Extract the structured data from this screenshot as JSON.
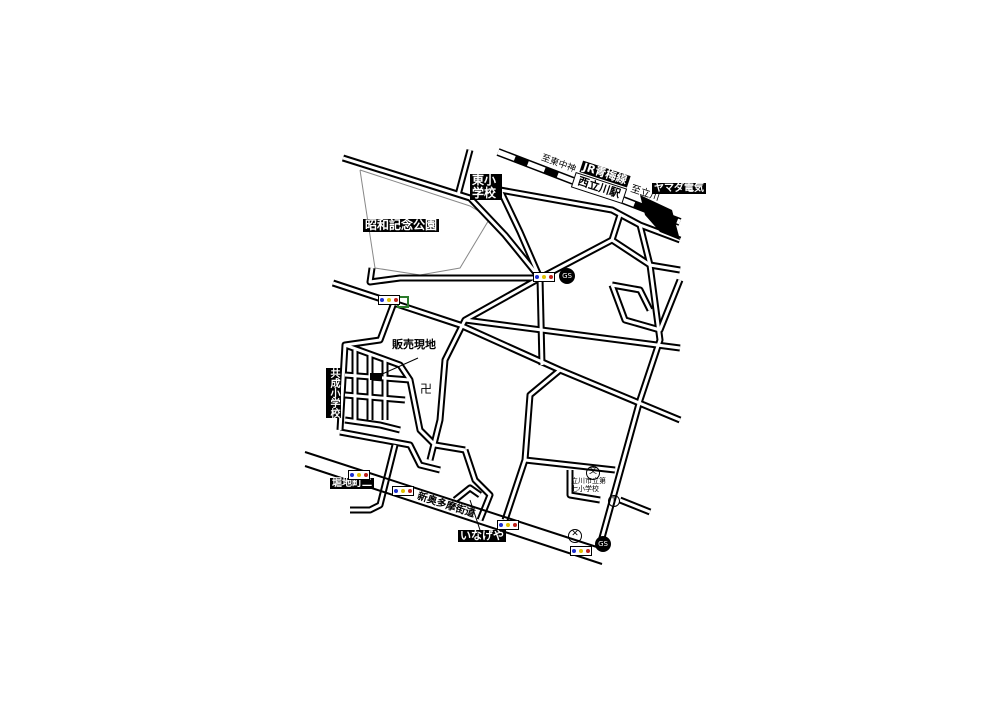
{
  "labels": {
    "to_higashinakagami": "至東中神",
    "jr_line": "JR青梅線",
    "station": "西立川駅",
    "to_tachikawa": "至立川",
    "yamada": "ヤマダ電気",
    "higashi_school": "東小学校",
    "park": "昭和記念公園",
    "site": "販売現地",
    "kyosei_school": "共成小学校",
    "intersection": "堀地町二",
    "avenue": "新奥多摩街道",
    "inageya": "いなげや",
    "city_school": "立川市立第七小学校",
    "gs": "GS",
    "school_symbol": "文",
    "temple_symbol": "卍",
    "police_symbol": "✕",
    "post_symbol": "〒"
  },
  "colors": {
    "signal_blue": "#1a2fd0",
    "signal_yellow": "#e0c000",
    "signal_red": "#c0201a",
    "road": "#000000"
  }
}
